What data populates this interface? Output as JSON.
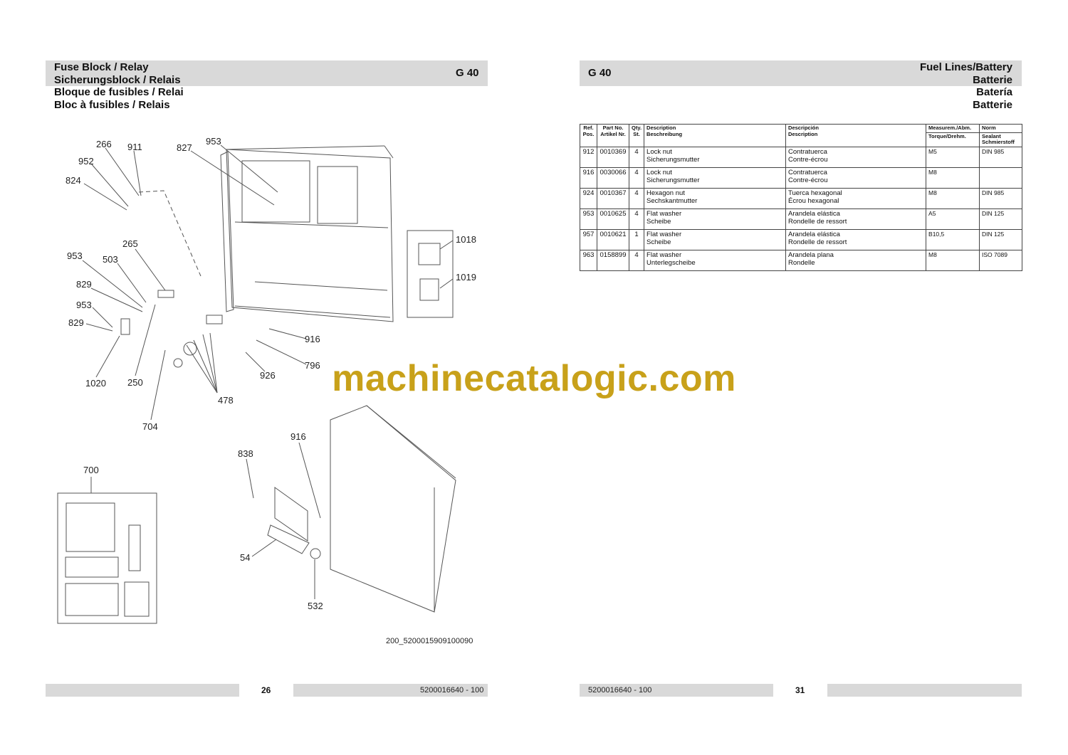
{
  "left_page": {
    "titles": [
      "Fuse Block / Relay",
      "Sicherungsblock / Relais",
      "Bloque de fusibles / Relai",
      "Bloc à fusibles / Relais"
    ],
    "group_code": "G 40",
    "callouts": [
      "266",
      "911",
      "827",
      "953",
      "952",
      "824",
      "265",
      "953",
      "503",
      "829",
      "953",
      "829",
      "1020",
      "250",
      "916",
      "796",
      "926",
      "478",
      "704",
      "1018",
      "1019",
      "916",
      "838",
      "700",
      "54",
      "532"
    ],
    "drawing_id": "200_5200015909100090",
    "page_number": "26",
    "doc_number": "5200016640 - 100"
  },
  "right_page": {
    "titles": [
      "Fuel Lines/Battery",
      "Batterie",
      "Batería",
      "Batterie"
    ],
    "group_code": "G 40",
    "table": {
      "headers": {
        "ref": [
          "Ref.",
          "Pos."
        ],
        "part": [
          "Part No.",
          "Artikel Nr."
        ],
        "qty": [
          "Qty.",
          "St."
        ],
        "desc": [
          "Description",
          "Beschreibung"
        ],
        "desc2": [
          "Descripción",
          "Description"
        ],
        "measure": "Measurem./Abm.",
        "torque": "Torque/Drehm.",
        "norm": "Norm",
        "sealant": [
          "Sealant",
          "Schmierstoff"
        ]
      },
      "rows": [
        {
          "ref": "912",
          "part": "0010369",
          "qty": "4",
          "desc": [
            "Lock nut",
            "Sicherungsmutter"
          ],
          "desc2": [
            "Contratuerca",
            "Contre-écrou"
          ],
          "measure": "M5",
          "norm": "DIN 985"
        },
        {
          "ref": "916",
          "part": "0030066",
          "qty": "4",
          "desc": [
            "Lock nut",
            "Sicherungsmutter"
          ],
          "desc2": [
            "Contratuerca",
            "Contre-écrou"
          ],
          "measure": "M8",
          "norm": ""
        },
        {
          "ref": "924",
          "part": "0010367",
          "qty": "4",
          "desc": [
            "Hexagon nut",
            "Sechskantmutter"
          ],
          "desc2": [
            "Tuerca hexagonal",
            "Écrou hexagonal"
          ],
          "measure": "M8",
          "norm": "DIN 985"
        },
        {
          "ref": "953",
          "part": "0010625",
          "qty": "4",
          "desc": [
            "Flat washer",
            "Scheibe"
          ],
          "desc2": [
            "Arandela elástica",
            "Rondelle de ressort"
          ],
          "measure": "A5",
          "norm": "DIN 125"
        },
        {
          "ref": "957",
          "part": "0010621",
          "qty": "1",
          "desc": [
            "Flat washer",
            "Scheibe"
          ],
          "desc2": [
            "Arandela elástica",
            "Rondelle de ressort"
          ],
          "measure": "B10,5",
          "norm": "DIN 125"
        },
        {
          "ref": "963",
          "part": "0158899",
          "qty": "4",
          "desc": [
            "Flat washer",
            "Unterlegscheibe"
          ],
          "desc2": [
            "Arandela plana",
            "Rondelle"
          ],
          "measure": "M8",
          "norm": "ISO 7089"
        }
      ]
    },
    "page_number": "31",
    "doc_number": "5200016640 - 100"
  },
  "watermark": "machinecatalogic.com",
  "colors": {
    "header_bar": "#d9d9d9",
    "watermark": "#c8a11a"
  }
}
